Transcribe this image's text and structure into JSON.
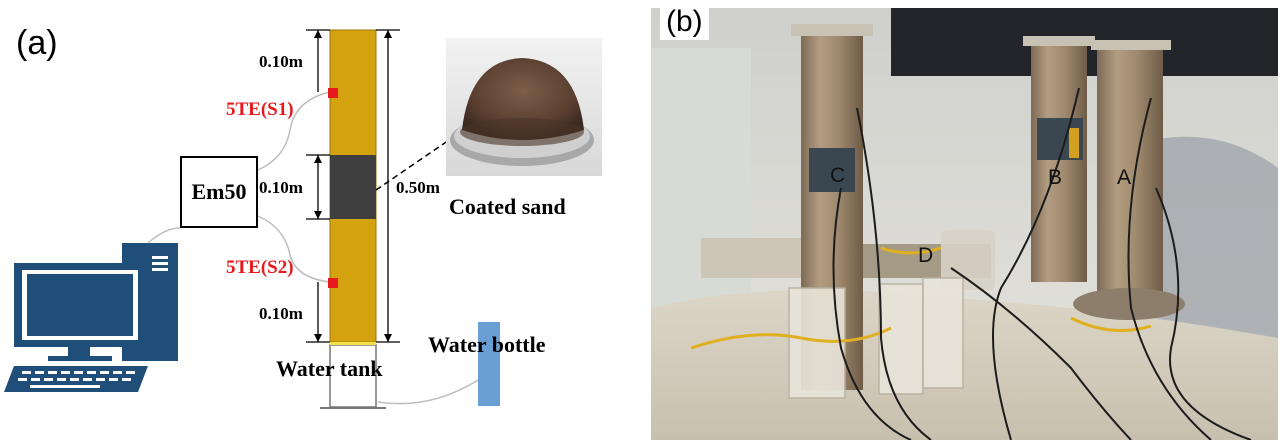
{
  "panel_a": {
    "label": "(a)",
    "dimensions": {
      "top": "0.10m",
      "middle": "0.10m",
      "bottom": "0.10m",
      "total": "0.50m"
    },
    "sensors": {
      "upper": "5TE(S1)",
      "lower": "5TE(S2)"
    },
    "logger": "Em50",
    "coated_sand": "Coated sand",
    "water_tank": "Water tank",
    "water_bottle": "Water bottle"
  },
  "panel_b": {
    "label": "(b)",
    "columns": [
      "A",
      "B",
      "C",
      "D"
    ]
  },
  "colors": {
    "soil_column": "#d4a20e",
    "coated_zone": "#3f3f3f",
    "sensor_marker": "#e8191c",
    "computer": "#1f4e79",
    "water_bottle": "#6a9fd4"
  }
}
